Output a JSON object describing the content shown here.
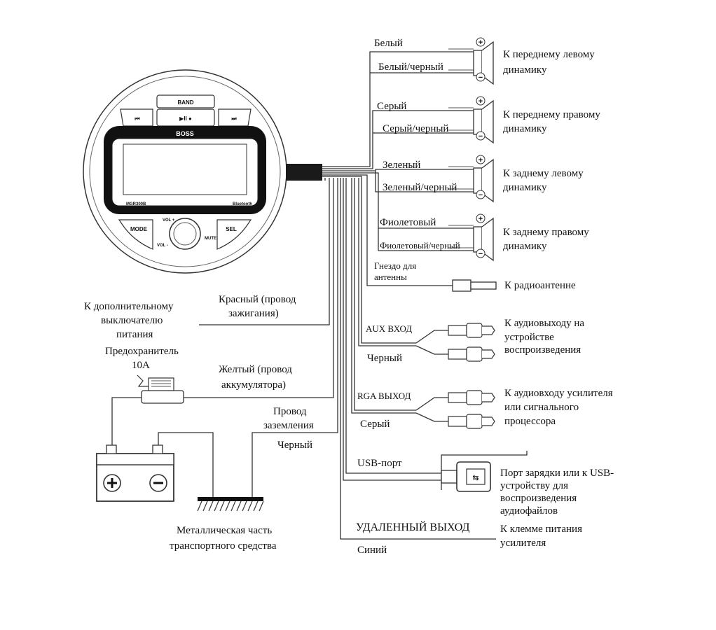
{
  "head_unit": {
    "brand": "BOSS",
    "model": "MGR300B",
    "bluetooth": "Bluetooth",
    "buttons": {
      "band": "BAND",
      "prev": "⏮",
      "play": "▶II ●",
      "next": "⏭",
      "mode": "MODE",
      "sel": "SEL",
      "vol_up": "VOL +",
      "vol_down": "VOL -",
      "mute": "MUTE"
    }
  },
  "speakers": [
    {
      "wire_pos": "Белый",
      "wire_neg": "Белый/черный",
      "target_l1": "К переднему левому",
      "target_l2": "динамику"
    },
    {
      "wire_pos": "Серый",
      "wire_neg": "Серый/черный",
      "target_l1": "К переднему правому",
      "target_l2": "динамику"
    },
    {
      "wire_pos": "Зеленый",
      "wire_neg": "Зеленый/черный",
      "target_l1": "К заднему левому",
      "target_l2": "динамику"
    },
    {
      "wire_pos": "Фиолетовый",
      "wire_neg": "Фиолетовый/черный",
      "target_l1": "К заднему правому",
      "target_l2": "динамику"
    }
  ],
  "antenna": {
    "label_l1": "Гнездо для",
    "label_l2": "антенны",
    "target": "К радиоантенне"
  },
  "aux": {
    "label": "AUX ВХОД",
    "wire": "Черный",
    "target_l1": "К аудиовыходу на",
    "target_l2": "устройстве",
    "target_l3": "воспроизведения"
  },
  "rga": {
    "label": "RGA ВЫХОД",
    "wire": "Серый",
    "target_l1": "К аудиовходу усилителя",
    "target_l2": "или сигнального",
    "target_l3": "процессора"
  },
  "usb": {
    "label": "USB-порт",
    "target_l1": "Порт зарядки или к USB-",
    "target_l2": "устройству для",
    "target_l3": "воспроизведения",
    "target_l4": "аудиофайлов"
  },
  "remote": {
    "label": "УДАЛЕННЫЙ ВЫХОД",
    "wire": "Синий",
    "target_l1": "К клемме питания",
    "target_l2": "усилителя"
  },
  "ignition": {
    "wire_l1": "Красный (провод",
    "wire_l2": "зажигания)",
    "target_l1": "К дополнительному",
    "target_l2": "выключателю",
    "target_l3": "питания"
  },
  "battery": {
    "wire_l1": "Желтый (провод",
    "wire_l2": "аккумулятора)",
    "fuse_l1": "Предохранитель",
    "fuse_l2": "10А"
  },
  "ground": {
    "wire_l1": "Провод",
    "wire_l2": "заземления",
    "wire_color": "Черный",
    "target_l1": "Металлическая часть",
    "target_l2": "транспортного средства"
  }
}
